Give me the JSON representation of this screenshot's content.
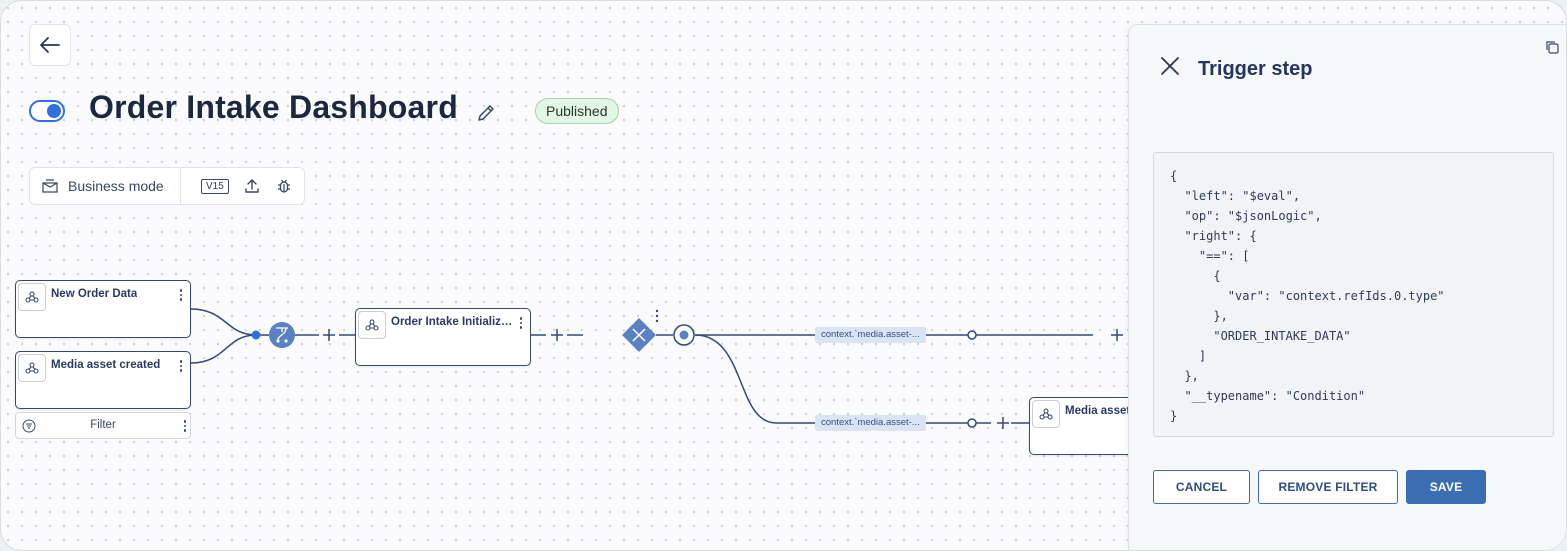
{
  "header": {
    "title": "Order Intake Dashboard",
    "status": "Published",
    "toggle_on": true
  },
  "toolbar": {
    "mode_label": "Business mode",
    "version": "V15"
  },
  "flow": {
    "nodes": [
      {
        "label": "New Order Data"
      },
      {
        "label": "Media asset created"
      },
      {
        "label": "Order Intake Initializa..."
      },
      {
        "label": "Media asset"
      }
    ],
    "filter_label": "Filter",
    "conditions": [
      "context.`media.asset-...",
      "context.`media.asset-..."
    ]
  },
  "panel": {
    "title": "Trigger step",
    "code": "{\n  \"left\": \"$eval\",\n  \"op\": \"$jsonLogic\",\n  \"right\": {\n    \"==\": [\n      {\n        \"var\": \"context.refIds.0.type\"\n      },\n      \"ORDER_INTAKE_DATA\"\n    ]\n  },\n  \"__typename\": \"Condition\"\n}",
    "buttons": {
      "cancel": "CANCEL",
      "remove_filter": "REMOVE FILTER",
      "save": "SAVE"
    }
  },
  "colors": {
    "accent": "#2f6fe0",
    "primary_button": "#3b6db2",
    "node_border": "#3a4766",
    "status_green": "#e2f5e6"
  }
}
